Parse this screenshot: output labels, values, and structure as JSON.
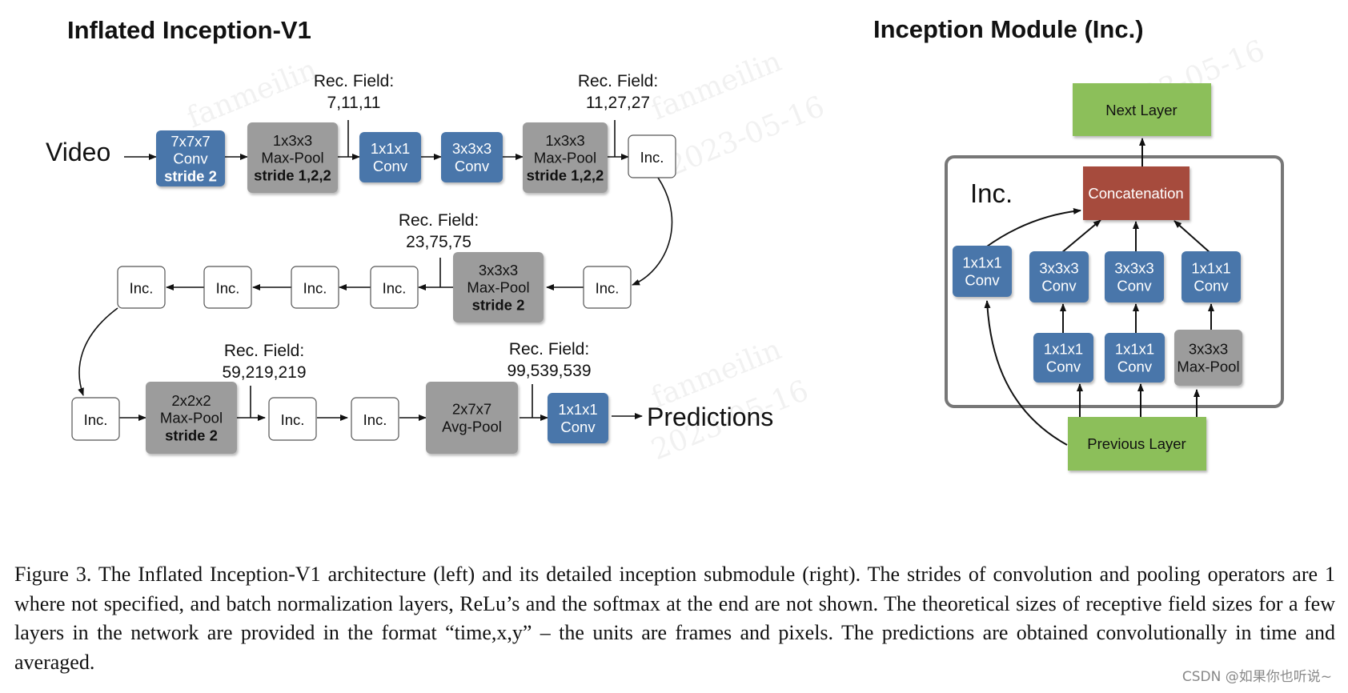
{
  "left_title": "Inflated Inception-V1",
  "right_title": "Inception Module (Inc.)",
  "colors": {
    "conv": "#4a76aa",
    "pool": "#9c9c9c",
    "inc_border": "#555555",
    "concat": "#a64b3c",
    "layer": "#8cbf5a",
    "module_border": "#777777"
  },
  "labels": {
    "video": "Video",
    "predictions": "Predictions",
    "inc_module": "Inc."
  },
  "rec_fields": [
    {
      "title": "Rec. Field:",
      "value": "7,11,11"
    },
    {
      "title": "Rec. Field:",
      "value": "11,27,27"
    },
    {
      "title": "Rec. Field:",
      "value": "23,75,75"
    },
    {
      "title": "Rec. Field:",
      "value": "59,219,219"
    },
    {
      "title": "Rec. Field:",
      "value": "99,539,539"
    }
  ],
  "row1": [
    {
      "kind": "conv",
      "lines": [
        "7x7x7",
        "Conv"
      ],
      "bold": "stride 2"
    },
    {
      "kind": "pool",
      "lines": [
        "1x3x3",
        "Max-Pool"
      ],
      "bold": "stride 1,2,2"
    },
    {
      "kind": "conv",
      "lines": [
        "1x1x1",
        "Conv"
      ],
      "bold": ""
    },
    {
      "kind": "conv",
      "lines": [
        "3x3x3",
        "Conv"
      ],
      "bold": ""
    },
    {
      "kind": "pool",
      "lines": [
        "1x3x3",
        "Max-Pool"
      ],
      "bold": "stride 1,2,2"
    },
    {
      "kind": "inc",
      "lines": [
        "Inc."
      ],
      "bold": ""
    }
  ],
  "row2": [
    {
      "kind": "inc",
      "lines": [
        "Inc."
      ],
      "bold": ""
    },
    {
      "kind": "pool",
      "lines": [
        "3x3x3",
        "Max-Pool"
      ],
      "bold": "stride 2"
    },
    {
      "kind": "inc",
      "lines": [
        "Inc."
      ],
      "bold": ""
    },
    {
      "kind": "inc",
      "lines": [
        "Inc."
      ],
      "bold": ""
    },
    {
      "kind": "inc",
      "lines": [
        "Inc."
      ],
      "bold": ""
    },
    {
      "kind": "inc",
      "lines": [
        "Inc."
      ],
      "bold": ""
    }
  ],
  "row3": [
    {
      "kind": "inc",
      "lines": [
        "Inc."
      ],
      "bold": ""
    },
    {
      "kind": "pool",
      "lines": [
        "2x2x2",
        "Max-Pool"
      ],
      "bold": "stride 2"
    },
    {
      "kind": "inc",
      "lines": [
        "Inc."
      ],
      "bold": ""
    },
    {
      "kind": "inc",
      "lines": [
        "Inc."
      ],
      "bold": ""
    },
    {
      "kind": "pool",
      "lines": [
        "2x7x7",
        "Avg-Pool"
      ],
      "bold": ""
    },
    {
      "kind": "conv",
      "lines": [
        "1x1x1",
        "Conv"
      ],
      "bold": ""
    }
  ],
  "module": {
    "next_layer": "Next Layer",
    "concatenation": "Concatenation",
    "previous_layer": "Previous Layer",
    "top_row": [
      {
        "kind": "conv",
        "lines": [
          "1x1x1",
          "Conv"
        ]
      },
      {
        "kind": "conv",
        "lines": [
          "3x3x3",
          "Conv"
        ]
      },
      {
        "kind": "conv",
        "lines": [
          "3x3x3",
          "Conv"
        ]
      },
      {
        "kind": "conv",
        "lines": [
          "1x1x1",
          "Conv"
        ]
      }
    ],
    "bottom_row": [
      {
        "kind": "conv",
        "lines": [
          "1x1x1",
          "Conv"
        ]
      },
      {
        "kind": "conv",
        "lines": [
          "1x1x1",
          "Conv"
        ]
      },
      {
        "kind": "pool",
        "lines": [
          "3x3x3",
          "Max-Pool"
        ]
      }
    ]
  },
  "caption": "Figure 3. The Inflated Inception-V1 architecture (left) and its detailed inception submodule (right). The strides of convolution and pooling operators are 1 where not specified, and batch normalization layers, ReLu’s and the softmax at the end are not shown. The theoretical sizes of receptive field sizes for a few layers in the network are provided in the format “time,x,y” – the units are frames and pixels. The predictions are obtained convolutionally in time and averaged.",
  "credit": "CSDN @如果你也听说~",
  "watermark": {
    "name": "fanmeilin",
    "date": "2023-05-16"
  }
}
